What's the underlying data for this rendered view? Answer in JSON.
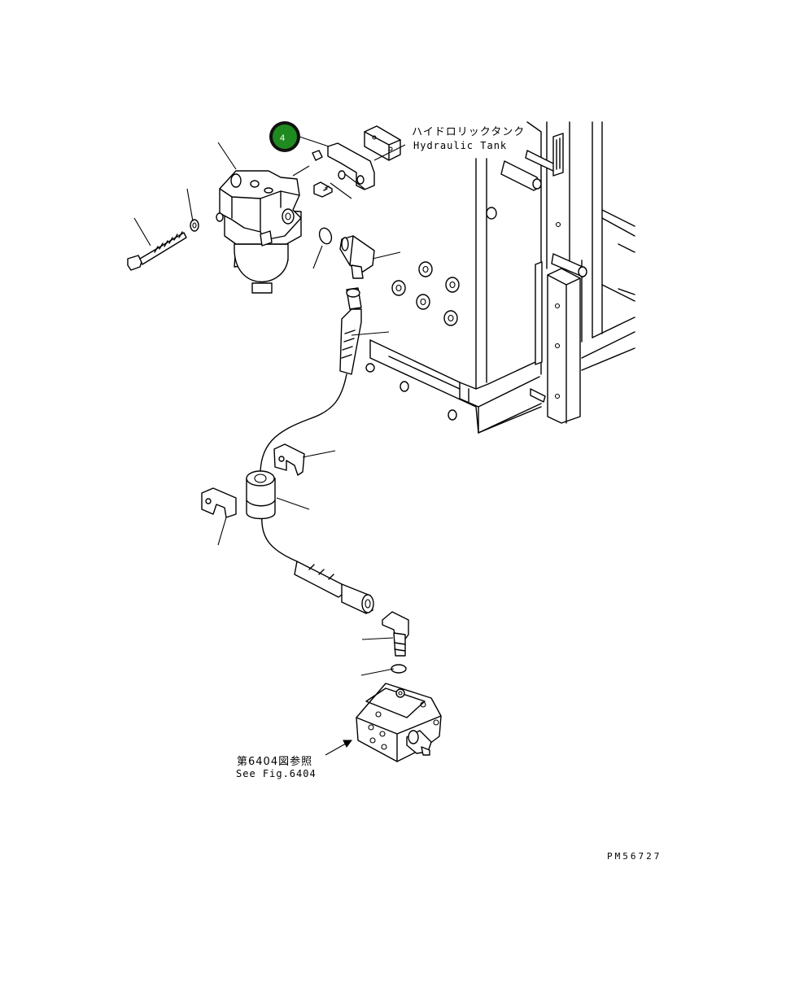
{
  "callout": {
    "number": "4",
    "color": "#1f8a1f"
  },
  "labels": {
    "tank_jp": "ハイドロリックタンク",
    "tank_en": "Hydraulic Tank",
    "ref_jp": "第6404図参照",
    "ref_en": "See Fig.6404"
  },
  "drawing_code": "PM56727"
}
